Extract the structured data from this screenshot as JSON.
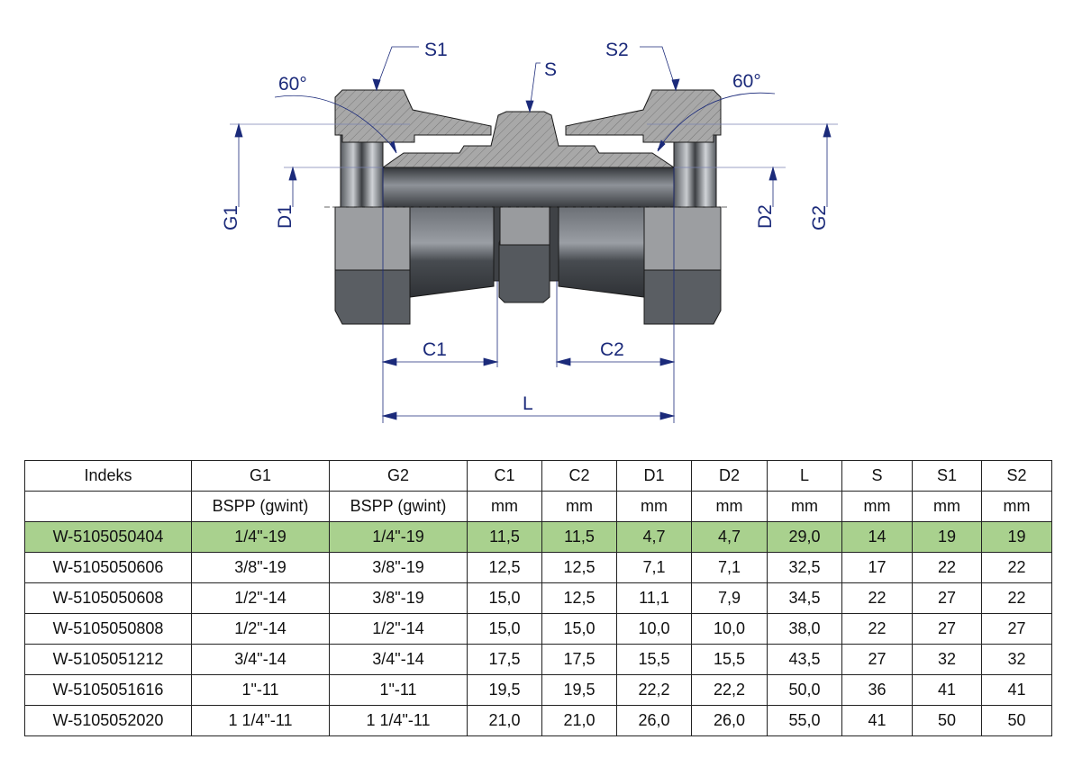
{
  "drawing": {
    "labels": {
      "s1": "S1",
      "s": "S",
      "s2": "S2",
      "angle_left": "60°",
      "angle_right": "60°",
      "g1": "G1",
      "d1": "D1",
      "d2": "D2",
      "g2": "G2",
      "c1": "C1",
      "c2": "C2",
      "l": "L"
    },
    "colors": {
      "dimension": "#1b2a7a",
      "section": "#a8a8a8",
      "steel": "#4b4f55"
    }
  },
  "table": {
    "headers": [
      "Indeks",
      "G1",
      "G2",
      "C1",
      "C2",
      "D1",
      "D2",
      "L",
      "S",
      "S1",
      "S2"
    ],
    "units": [
      "",
      "BSPP (gwint)",
      "BSPP (gwint)",
      "mm",
      "mm",
      "mm",
      "mm",
      "mm",
      "mm",
      "mm",
      "mm"
    ],
    "highlight_color": "#a9d18e",
    "rows": [
      [
        "W-5105050404",
        "1/4\"-19",
        "1/4\"-19",
        "11,5",
        "11,5",
        "4,7",
        "4,7",
        "29,0",
        "14",
        "19",
        "19"
      ],
      [
        "W-5105050606",
        "3/8\"-19",
        "3/8\"-19",
        "12,5",
        "12,5",
        "7,1",
        "7,1",
        "32,5",
        "17",
        "22",
        "22"
      ],
      [
        "W-5105050608",
        "1/2\"-14",
        "3/8\"-19",
        "15,0",
        "12,5",
        "11,1",
        "7,9",
        "34,5",
        "22",
        "27",
        "22"
      ],
      [
        "W-5105050808",
        "1/2\"-14",
        "1/2\"-14",
        "15,0",
        "15,0",
        "10,0",
        "10,0",
        "38,0",
        "22",
        "27",
        "27"
      ],
      [
        "W-5105051212",
        "3/4\"-14",
        "3/4\"-14",
        "17,5",
        "17,5",
        "15,5",
        "15,5",
        "43,5",
        "27",
        "32",
        "32"
      ],
      [
        "W-5105051616",
        "1\"-11",
        "1\"-11",
        "19,5",
        "19,5",
        "22,2",
        "22,2",
        "50,0",
        "36",
        "41",
        "41"
      ],
      [
        "W-5105052020",
        "1 1/4\"-11",
        "1 1/4\"-11",
        "21,0",
        "21,0",
        "26,0",
        "26,0",
        "55,0",
        "41",
        "50",
        "50"
      ]
    ]
  }
}
